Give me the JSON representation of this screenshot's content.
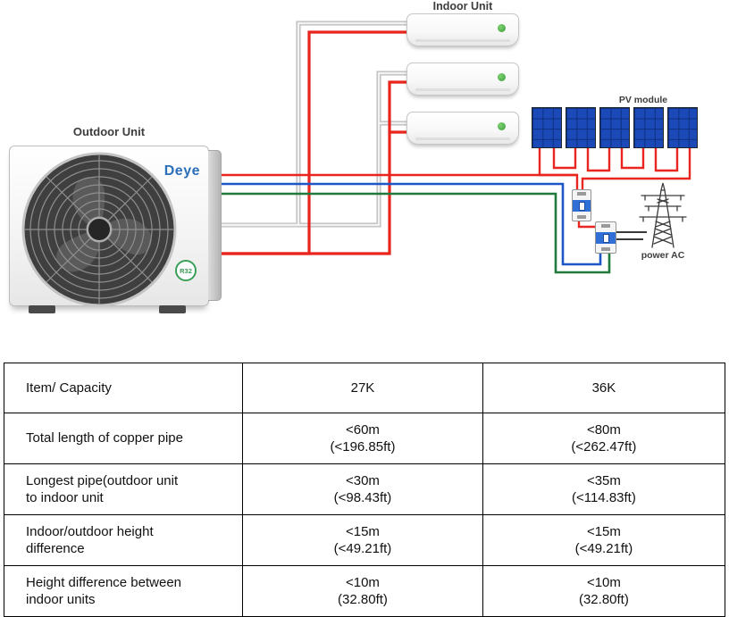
{
  "diagram": {
    "outdoor_unit_label": "Outdoor Unit",
    "indoor_unit_label": "Indoor Unit",
    "pv_module_label": "PV module",
    "power_ac_label": "power AC",
    "brand": "Deye",
    "r32_badge": "R32",
    "colors": {
      "pipe_red": "#e8251f",
      "pipe_gray": "#c9c9c9",
      "wire_blue": "#1e56c8",
      "wire_green": "#1f7a3c",
      "pv_blue": "#1b49b8",
      "brand_blue": "#2a6fba"
    }
  },
  "table": {
    "header": {
      "item": "Item/ Capacity",
      "c27": "27K",
      "c36": "36K"
    },
    "rows": [
      {
        "item1": "Total length of copper pipe",
        "item2": "",
        "v27a": "<60m",
        "v27b": "(<196.85ft)",
        "v36a": "<80m",
        "v36b": "(<262.47ft)"
      },
      {
        "item1": "Longest pipe(outdoor unit",
        "item2": "to indoor unit",
        "v27a": "<30m",
        "v27b": "(<98.43ft)",
        "v36a": "<35m",
        "v36b": "(<114.83ft)"
      },
      {
        "item1": "Indoor/outdoor height",
        "item2": "difference",
        "v27a": "<15m",
        "v27b": "(<49.21ft)",
        "v36a": "<15m",
        "v36b": "(<49.21ft)"
      },
      {
        "item1": "Height difference between",
        "item2": "indoor units",
        "v27a": "<10m",
        "v27b": "(32.80ft)",
        "v36a": "<10m",
        "v36b": "(32.80ft)"
      }
    ]
  }
}
